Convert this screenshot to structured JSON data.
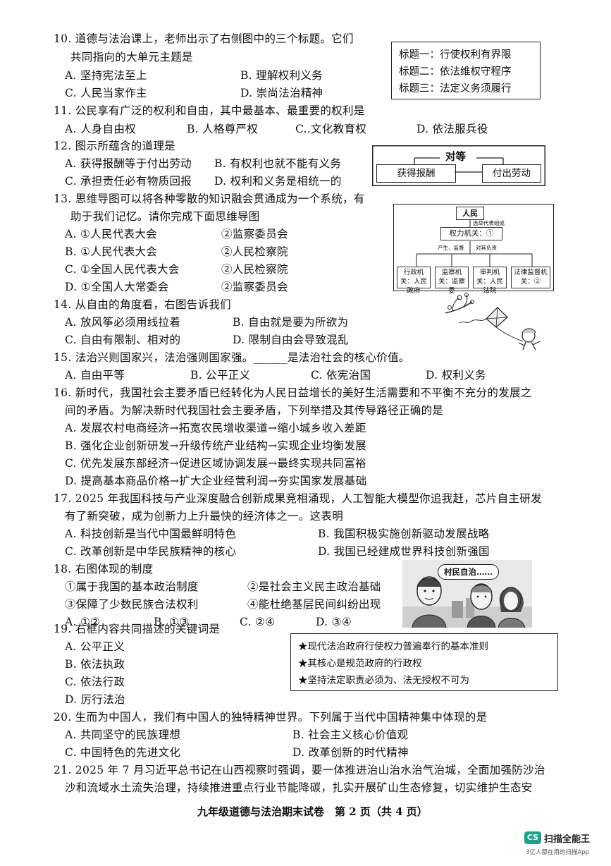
{
  "q10": {
    "stem1": "10. 道德与法治课上，老师出示了右侧图中的三个标题。它们",
    "stem2": "共同指向的大单元主题是",
    "A": "A. 坚持宪法至上",
    "B": "B. 理解权利义务",
    "C": "C. 人民当家作主",
    "D": "D. 崇尚法治精神",
    "box": [
      "标题一：行使权利有界限",
      "标题二：依法维权守程序",
      "标题三：法定义务须履行"
    ]
  },
  "q11": {
    "stem": "11. 公民享有广泛的权利和自由，其中最基本、最重要的权利是",
    "A": "A. 人身自由权",
    "B": "B. 人格尊严权",
    "C": "C..文化教育权",
    "D": "D. 依法服兵役"
  },
  "q12": {
    "stem": "12. 图示所蕴含的道理是",
    "A": "A. 获得报酬等于付出劳动",
    "B": "B. 有权利也就不能有义务",
    "C": "C. 承担责任必有物质回报",
    "D": "D. 权利和义务是相统一的",
    "fig_top": "对等",
    "fig_left": "获得报酬",
    "fig_right": "付出劳动"
  },
  "q13": {
    "stem1": "13. 思维导图可以将各种零散的知识融会贯通成为一个系统，有",
    "stem2": "助于我们记忆。请你完成下面思维导图",
    "A1": "A. ①人民代表大会",
    "A2": "②监察委员会",
    "B1": "B. ①人民代表大会",
    "B2": "②人民检察院",
    "C1": "C. ①全国人民代表大会",
    "C2": "②人民检察院",
    "D1": "D. ①全国人大常委会",
    "D2": "②监察委员会",
    "map": {
      "top": "人民",
      "arrow_note": "选举代表组成",
      "middle": "权力机关：①",
      "left_note": "产生、监督",
      "right_note": "对其负责",
      "b1": "行政机关：人民政府",
      "b2": "监察机关：监察委",
      "b3": "审判机关：人民法院",
      "b4": "法律监督机关：②"
    }
  },
  "q14": {
    "stem": "14. 从自由的角度看，右图告诉我们",
    "A": "A. 放风筝必须用线拉着",
    "B": "B. 自由就是要为所欲为",
    "C": "C. 自由有限制、相对的",
    "D": "D. 限制自由会导致混乱"
  },
  "q15": {
    "stem": "15. 法治兴则国家兴，法治强则国家强。______是法治社会的核心价值。",
    "A": "A. 自由平等",
    "B": "B. 公平正义",
    "C": "C. 依宪治国",
    "D": "D. 权利义务"
  },
  "q16": {
    "stem1": "16. 新时代，我国社会主要矛盾已经转化为人民日益增长的美好生活需要和不平衡不充分的发展之",
    "stem2": "间的矛盾。为解决新时代我国社会主要矛盾，下列举措及其传导路径正确的是",
    "A": "A. 发展农村电商经济→拓宽农民增收渠道→缩小城乡收入差距",
    "B": "B. 强化企业创新研发→升级传统产业结构→实现企业均衡发展",
    "C": "C. 优先发展东部经济→促进区域协调发展→最终实现共同富裕",
    "D": "D. 提高基本商品价格→扩大企业经营利润→夯实国家发展基础"
  },
  "q17": {
    "stem1": "17. 2025 年我国科技与产业深度融合创新成果竞相涌现，人工智能大模型你追我赶，芯片自主研发",
    "stem2": "有了新突破，成为创新力上升最快的经济体之一。这表明",
    "A": "A. 科技创新是当代中国最鲜明特色",
    "B": "B. 我国积极实施创新驱动发展战略",
    "C": "C. 改革创新是中华民族精神的核心",
    "D": "D. 我国已经建成世界科技创新强国"
  },
  "q18": {
    "stem": "18. 右图体现的制度",
    "o1": "①属于我国的基本政治制度",
    "o2": "②是社会主义民主政治基础",
    "o3": "③保障了少数民族合法权利",
    "o4": "④能杜绝基层民间纠纷出现",
    "A": "A. ①②",
    "B": "B. ①③",
    "C": "C. ②④",
    "D": "D. ③④",
    "bubble": "村民自治……"
  },
  "q19": {
    "stem": "19. 右框内容共同描述的关键词是",
    "A": "A. 公平正义",
    "B": "B. 依法执政",
    "C": "C. 依法行政",
    "D": "D. 厉行法治",
    "box": [
      "★现代法治政府行使权力普遍奉行的基本准则",
      "★其核心是规范政府的行政权",
      "★坚持法定职责必须为、法无授权不可为"
    ]
  },
  "q20": {
    "stem": "20. 生而为中国人，我们有中国人的独特精神世界。下列属于当代中国精神集中体现的是",
    "A": "A. 共同坚守的民族理想",
    "B": "B. 社会主义核心价值观",
    "C": "C. 中国特色的先进文化",
    "D": "D. 改革创新的时代精神"
  },
  "q21": {
    "stem1": "21. 2025 年 7 月习近平总书记在山西视察时强调，要一体推进治山治水治气治城，全面加强防沙治",
    "stem2": "沙和流域水土流失治理，持续推进重点行业节能降碳，扎实开展矿山生态修复，切实维护生态安"
  },
  "footer": "九年级道德与法治期末试卷　第 2 页（共 4 页）",
  "watermark": {
    "badge": "CS",
    "name": "扫描全能王",
    "tagline": "3亿人都在用的扫描App"
  }
}
